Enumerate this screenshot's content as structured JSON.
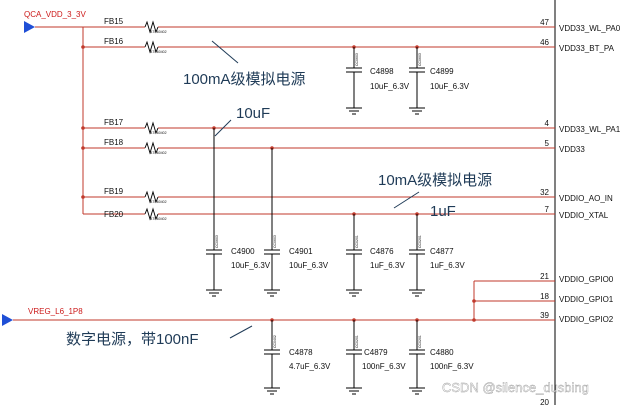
{
  "nets": {
    "supply_3v3": "QCA_VDD_3_3V",
    "supply_1p8": "VREG_L6_1P8"
  },
  "beads": [
    {
      "ref": "FB15",
      "part": "BTP60402"
    },
    {
      "ref": "FB16",
      "part": "BTP60402"
    },
    {
      "ref": "FB17",
      "part": "BTP60402"
    },
    {
      "ref": "FB18",
      "part": "BTP60402"
    },
    {
      "ref": "FB19",
      "part": "BTP60402"
    },
    {
      "ref": "FB20",
      "part": "BTP60402"
    }
  ],
  "pins": [
    {
      "num": "47",
      "name": "VDD33_WL_PA0"
    },
    {
      "num": "46",
      "name": "VDD33_BT_PA"
    },
    {
      "num": "4",
      "name": "VDD33_WL_PA1"
    },
    {
      "num": "5",
      "name": "VDD33"
    },
    {
      "num": "32",
      "name": "VDDIO_AO_IN"
    },
    {
      "num": "7",
      "name": "VDDIO_XTAL"
    },
    {
      "num": "21",
      "name": "VDDIO_GPIO0"
    },
    {
      "num": "18",
      "name": "VDDIO_GPIO1"
    },
    {
      "num": "39",
      "name": "VDDIO_GPIO2"
    },
    {
      "num": "20",
      "name": ""
    }
  ],
  "caps": [
    {
      "ref": "C4898",
      "value": "10uF_6.3V",
      "package": "CC0603"
    },
    {
      "ref": "C4899",
      "value": "10uF_6.3V",
      "package": "CC0603"
    },
    {
      "ref": "C4900",
      "value": "10uF_6.3V",
      "package": "CC0603"
    },
    {
      "ref": "C4901",
      "value": "10uF_6.3V",
      "package": "CC0603"
    },
    {
      "ref": "C4876",
      "value": "1uF_6.3V",
      "package": "CC0201"
    },
    {
      "ref": "C4877",
      "value": "1uF_6.3V",
      "package": "CC0201"
    },
    {
      "ref": "C4878",
      "value": "4.7uF_6.3V",
      "package": "CC0402"
    },
    {
      "ref": "C4879",
      "value": "100nF_6.3V",
      "package": "CC0201"
    },
    {
      "ref": "C4880",
      "value": "100nF_6.3V",
      "package": "CC0201"
    }
  ],
  "notes": {
    "analog_100ma": "100mA级模拟电源",
    "cap_10uf": "10uF",
    "analog_10ma": "10mA级模拟电源",
    "cap_1uf": "1uF",
    "digital": "数字电源，带100nF"
  },
  "watermark": "CSDN @silence_dusbing",
  "colors": {
    "net_label": "#cc1a1a",
    "supply_arrow": "#1f4fd6",
    "wire": "#c0392b",
    "annotation": "#1f3b57"
  }
}
